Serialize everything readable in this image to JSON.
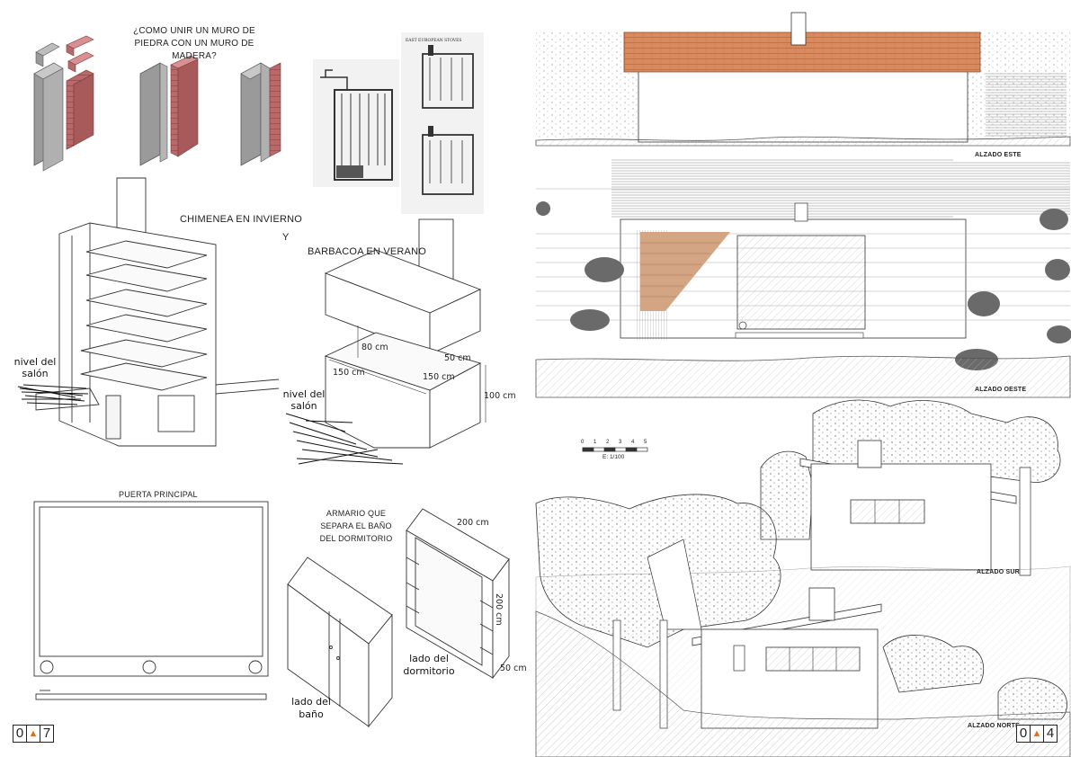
{
  "left_sheet": {
    "wall_question": "¿COMO UNIR UN MURO DE PIEDRA CON UN MURO DE MADERA?",
    "chimney_title": "CHIMENEA EN INVIERNO",
    "connector": "Y",
    "bbq_title": "BARBACOA EN VERANO",
    "living_level_1": "nivel del salón",
    "living_level_2": "nivel del salón",
    "bbq_dims": {
      "d80": "80 cm",
      "d50": "50 cm",
      "d150a": "150 cm",
      "d150b": "150 cm",
      "d100": "100 cm"
    },
    "stoves_caption": "EAST EUROPEAN STOVES",
    "door_title": "PUERTA PRINCIPAL",
    "wardrobe_title": "ARMARIO QUE SEPARA EL BAÑO DEL DORMITORIO",
    "wardrobe_dims": {
      "w200": "200 cm",
      "h200": "200 cm",
      "d50": "50 cm"
    },
    "bath_side": "lado del baño",
    "bedroom_side": "lado del dormitorio",
    "page_number": [
      "0",
      "7"
    ]
  },
  "right_sheet": {
    "elev_east": "ALZADO ESTE",
    "elev_west": "ALZADO OESTE",
    "elev_south": "ALZADO SUR",
    "elev_north": "ALZADO NORTE",
    "scale_ticks": [
      "0",
      "1",
      "2",
      "3",
      "4",
      "5"
    ],
    "scale_label": "E: 1/100",
    "page_number": [
      "0",
      "4"
    ]
  },
  "colors": {
    "roof_tile": "#d98a5e",
    "brick_wall": "#b86a6a",
    "stone_wall": "#9a9a9a",
    "wood_cladding": "#d4a582",
    "shrub": "#6a6a6a",
    "logo_flame": "#e07020"
  }
}
